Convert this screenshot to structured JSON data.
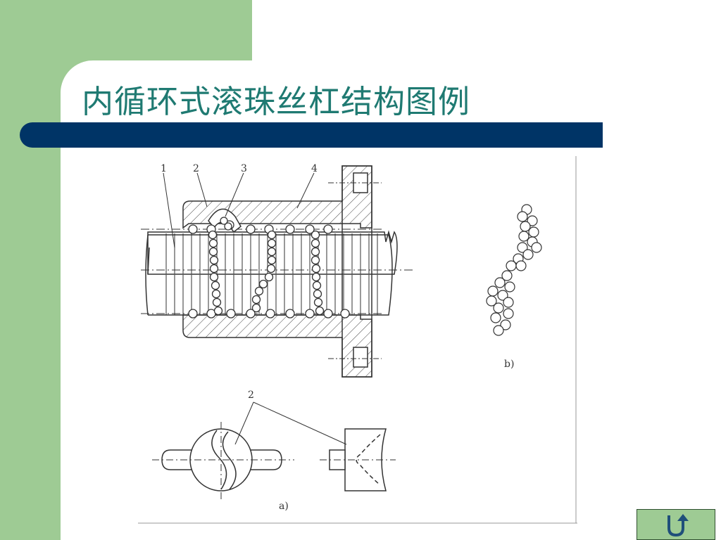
{
  "slide": {
    "title": "内循环式滚珠丝杠结构图例"
  },
  "figure": {
    "callouts": [
      "1",
      "2",
      "3",
      "4"
    ],
    "callout_bottom": "2",
    "label_a": "a)",
    "label_b": "b)"
  },
  "nav": {
    "return_icon": "u-turn-return-icon"
  },
  "colors": {
    "side_panel": "#9ecb94",
    "title_text": "#1f7a72",
    "title_bar": "#003466",
    "line": "#333333"
  }
}
